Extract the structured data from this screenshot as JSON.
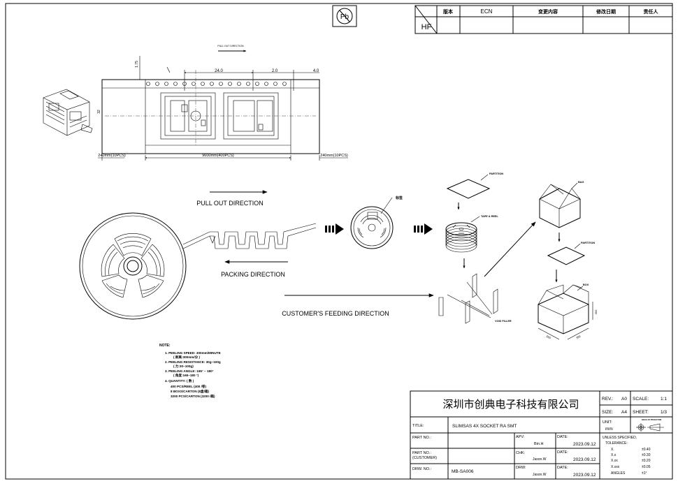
{
  "rohs": {
    "pb_mark": "Pb",
    "hf_mark": "HF"
  },
  "revision": {
    "headers": [
      "版本",
      "ECN",
      "变更内容",
      "修改日期",
      "责任人"
    ]
  },
  "drawing": {
    "pull_out_small": "PULL OUT DIRECTION",
    "dim_pitch": "24.0",
    "dim_2": "2.0",
    "dim_4": "4.0",
    "dim_175": "1.75",
    "dim_32": "32",
    "dim_left": "240mm(10PCS)",
    "dim_center": "9600mm(400PCS)",
    "dim_right": "240mm(10PCS)",
    "pull_out": "PULL OUT DIRECTION",
    "packing": "PACKING DIRECTION",
    "customer_feeding": "CUSTOMER'S FEEDING DIRECTION",
    "label_mark": "标签",
    "partition_top": "PARTITION",
    "tape_reel": "TAPE & REEL",
    "bag": "BAG",
    "partition_right": "PARTITION",
    "box": "BOX",
    "void_filler": "VOID FILLER",
    "box_dim_a": "350",
    "box_dim_b": "350",
    "box_dim_c": "350"
  },
  "notes": {
    "title": "NOTE:",
    "lines": [
      "1. PEELING SPEED: 300mm/MINUTE",
      "( 剥离:300mm/分 )",
      "2. PEELING RESISTANCE: 30g~100g",
      "( 力:30~100g)",
      "3. PEELING ANGLE: 165° ~ 180°",
      "( 角度:165~180     °)",
      "4. QUANTITY:     ( 数 )",
      "400 PCS/REEL          (400 /卷)",
      "8 BOXS/CARTON         (8盒/箱)",
      "3200 PCS/CARTON       (3200 /箱)"
    ]
  },
  "titleblock": {
    "company": "深圳市创典电子科技有限公司",
    "rev_label": "REV.:",
    "rev_value": "A0",
    "scale_label": "SCALE:",
    "scale_value": "1:1",
    "size_label": "SIZE:",
    "size_value": "A4",
    "sheet_label": "SHEET:",
    "sheet_value": "1/3",
    "title_label": "TITLE:",
    "title_value": "SLIMSAS 4X SOCKET RA SMT",
    "unit_label": "UNIT:",
    "unit_value": "mm",
    "proj_label": "ANGLE OF PROJECTION",
    "partno_label": "PART NO.:",
    "apv_label": "APV:",
    "apv_value": "Bin.H",
    "date_label": "DATE:",
    "date_value": "2023.09.12",
    "partno_customer_label1": "PART NO.:",
    "partno_customer_label2": "(CUSTOMER)",
    "chk_label": "CHK:",
    "chk_value": "Jason.W",
    "drw_no_label": "DRW. NO.:",
    "drw_no_value": "MB-SA006",
    "drw_label": "DRW:",
    "drw_value": "Jason.W",
    "tolerance_title1": "UNLESS SPECIFIED,",
    "tolerance_title2": "TOLERANCE:",
    "tolerances": [
      {
        "k": "X.",
        "v": "±0.40"
      },
      {
        "k": "X.x",
        "v": "±0.30"
      },
      {
        "k": "X.xx",
        "v": "±0.20"
      },
      {
        "k": "X.xxx",
        "v": "±0.05"
      },
      {
        "k": "ANGLES",
        "v": "±1°"
      }
    ]
  }
}
